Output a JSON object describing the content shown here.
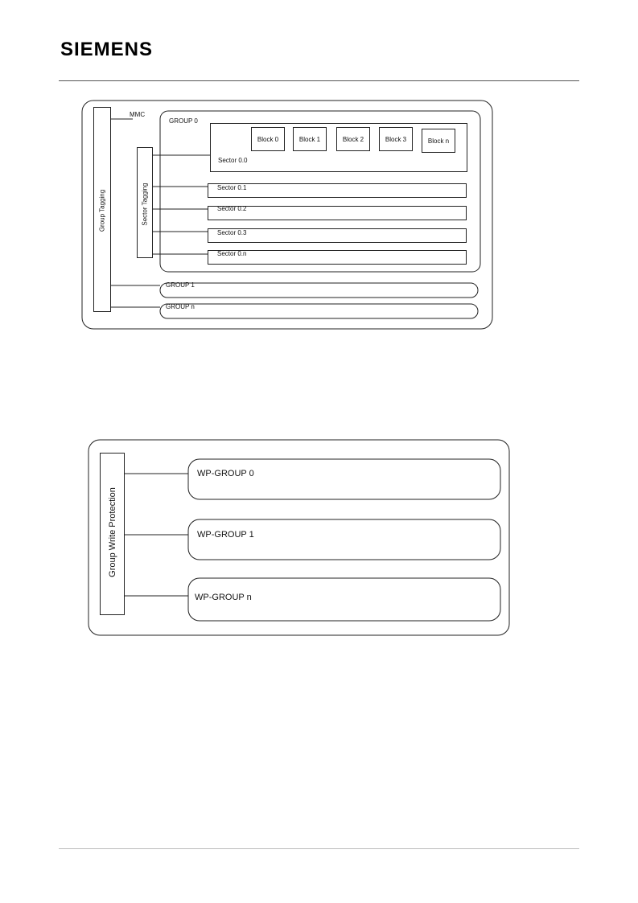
{
  "header": {
    "logo_text": "SIEMENS"
  },
  "diagram1": {
    "mmc_label": "MMC",
    "group_tagging_label": "Group Tagging",
    "sector_tagging_label": "Sector Tagging",
    "group0_label": "GROUP 0",
    "sector00_label": "Sector 0.0",
    "blocks": [
      "Block 0",
      "Block 1",
      "Block 2",
      "Block 3",
      "Block n"
    ],
    "sectors": [
      "Sector 0.1",
      "Sector 0.2",
      "Sector 0.3",
      "Sector 0.n"
    ],
    "groups": [
      "GROUP 1",
      "GROUP n"
    ]
  },
  "diagram2": {
    "gwp_label": "Group Write Protection",
    "wp_groups": [
      "WP-GROUP 0",
      "WP-GROUP 1",
      "WP-GROUP n"
    ]
  }
}
